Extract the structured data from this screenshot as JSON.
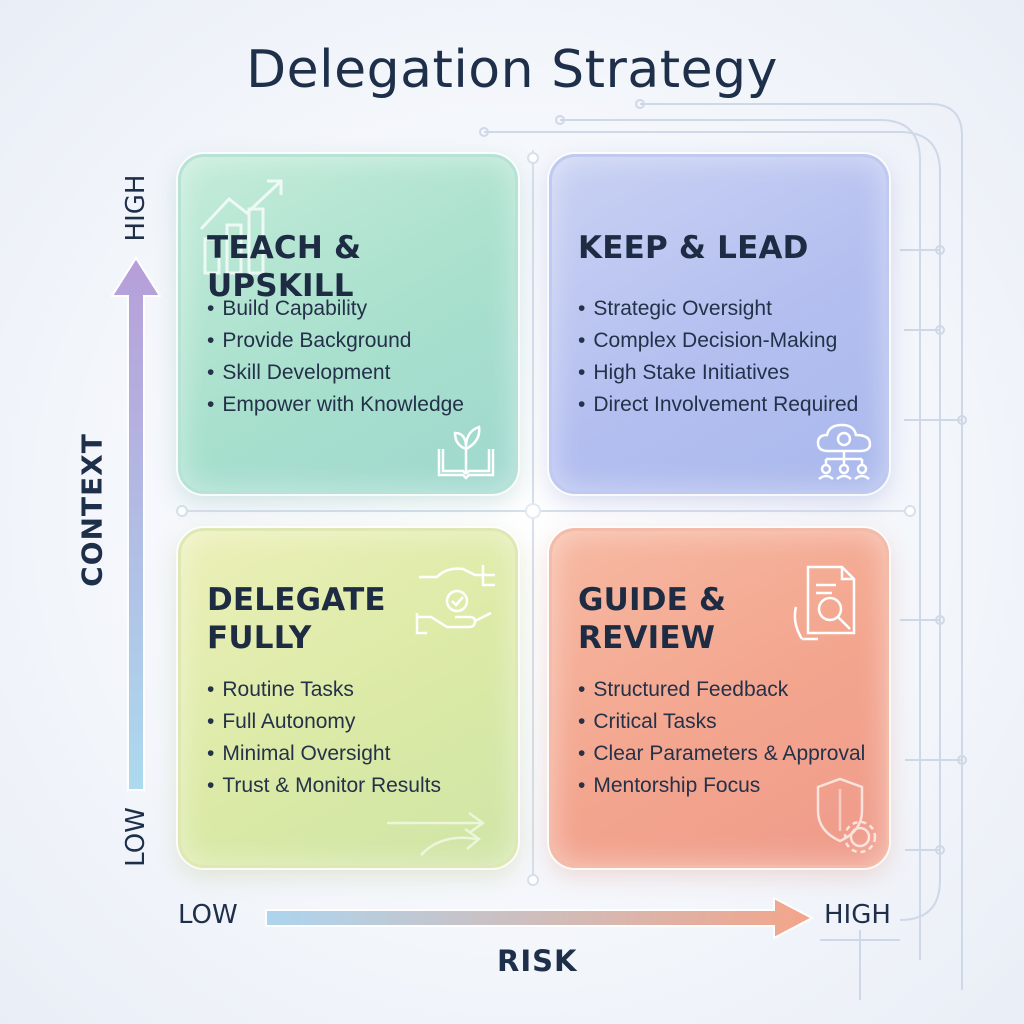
{
  "title": "Delegation Strategy",
  "axes": {
    "y": {
      "title": "CONTEXT",
      "high": "HIGH",
      "low": "LOW"
    },
    "x": {
      "title": "RISK",
      "low": "LOW",
      "high": "HIGH"
    }
  },
  "quadrants": {
    "top_left": {
      "title": "TEACH & UPSKILL",
      "items": [
        "Build Capability",
        "Provide Background",
        "Skill Development",
        "Empower with Knowledge"
      ]
    },
    "top_right": {
      "title": "KEEP & LEAD",
      "items": [
        "Strategic Oversight",
        "Complex Decision-Making",
        "High Stake Initiatives",
        "Direct Involvement Required"
      ]
    },
    "bottom_left": {
      "title_lines": [
        "DELEGATE",
        "FULLY"
      ],
      "items": [
        "Routine Tasks",
        "Full Autonomy",
        "Minimal Oversight",
        "Trust & Monitor Results"
      ]
    },
    "bottom_right": {
      "title_lines": [
        "GUIDE &",
        "REVIEW"
      ],
      "items": [
        "Structured Feedback",
        "Critical Tasks",
        "Clear Parameters & Approval",
        "Mentorship Focus"
      ]
    }
  },
  "colors": {
    "teach_upskill": "#a8e0cd",
    "keep_lead": "#b4bff0",
    "delegate_fully": "#dbeaa6",
    "guide_review": "#f3a58e",
    "y_axis_arrow": [
      "#b49ad8",
      "#a9d9ee"
    ],
    "x_axis_arrow": [
      "#a9d4ee",
      "#f3a184"
    ]
  },
  "icons": {
    "top_left_bg": "growth-chart-icon",
    "top_left": "book-sprout-icon",
    "top_right": "cloud-brain-network-icon",
    "bottom_left": "hands-check-icon",
    "bottom_left_bg": "arrows-icon",
    "bottom_right": "document-magnifier-icon",
    "bottom_right_bg": "shield-gear-icon"
  }
}
